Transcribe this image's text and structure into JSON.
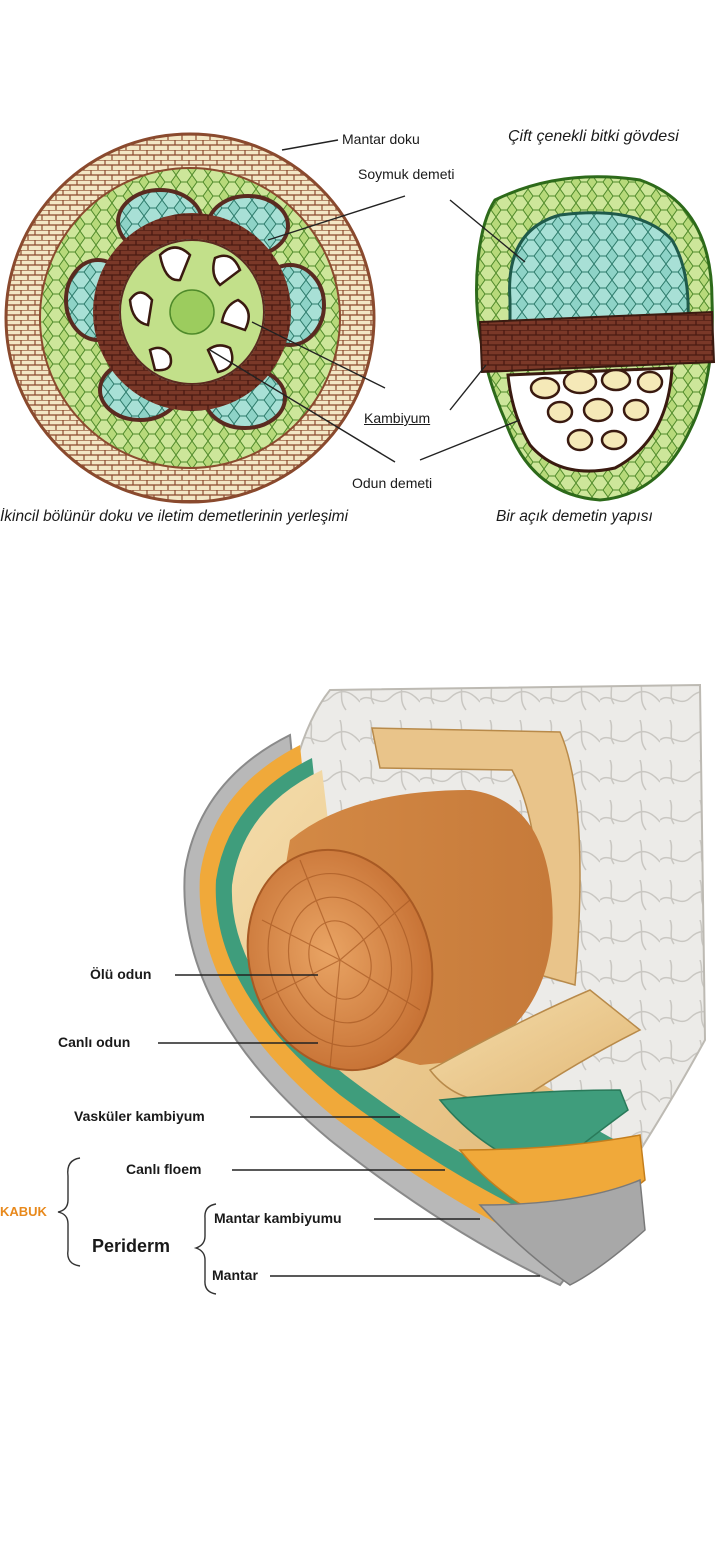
{
  "top_figure": {
    "title_right": "Çift çenekli bitki gövdesi",
    "caption_left": "İkincil bölünür doku ve iletim demetlerinin yerleşimi",
    "caption_right": "Bir açık demetin yapısı",
    "labels": {
      "mantar_doku": "Mantar doku",
      "soymuk_demeti": "Soymuk demeti",
      "kambiyum": "Kambiyum",
      "odun_demeti": "Odun demeti"
    }
  },
  "bottom_figure": {
    "labels": {
      "olu_odun": "Ölü odun",
      "canli_odun": "Canlı odun",
      "vaskuler_kambiyum": "Vasküler kambiyum",
      "canli_floem": "Canlı floem",
      "kabuk": "KABUK",
      "periderm": "Periderm",
      "mantar_kambiyumu": "Mantar kambiyumu",
      "mantar": "Mantar"
    },
    "colors": {
      "kabuk_label": "#e8891c",
      "heartwood": "#cf7f3e",
      "sapwood": "#ecc98a",
      "vascular_cambium": "#3f9d7c",
      "phloem": "#f0a93a",
      "cork": "#a8a8a8"
    }
  }
}
